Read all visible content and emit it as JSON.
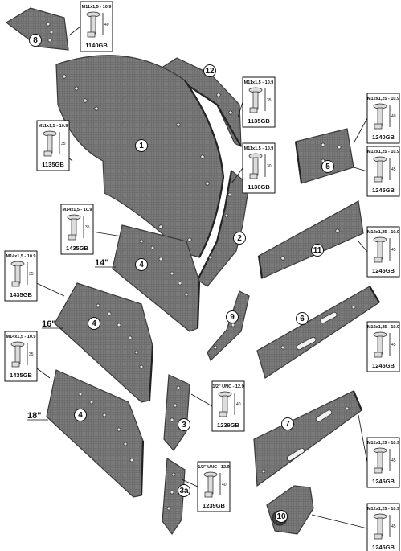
{
  "parts": [
    {
      "id": "p8",
      "number": "8"
    },
    {
      "id": "p12",
      "number": "12"
    },
    {
      "id": "p1",
      "number": "1"
    },
    {
      "id": "p5",
      "number": "5"
    },
    {
      "id": "p2",
      "number": "2"
    },
    {
      "id": "p11",
      "number": "11"
    },
    {
      "id": "p4a",
      "number": "4"
    },
    {
      "id": "p4b",
      "number": "4"
    },
    {
      "id": "p4c",
      "number": "4"
    },
    {
      "id": "p9",
      "number": "9"
    },
    {
      "id": "p6",
      "number": "6"
    },
    {
      "id": "p3",
      "number": "3"
    },
    {
      "id": "p7",
      "number": "7"
    },
    {
      "id": "p3a",
      "number": "3a"
    },
    {
      "id": "p10",
      "number": "10"
    }
  ],
  "size_labels": [
    "14\"",
    "16\"",
    "18\""
  ],
  "bolt_boxes": [
    {
      "spec": "M11x1,5 - 10.9",
      "code": "1140GB",
      "dims": [
        "40"
      ]
    },
    {
      "spec": "M11x1,5 - 10.9",
      "code": "1135GB",
      "dims": [
        "35"
      ]
    },
    {
      "spec": "M11x1,5 - 10.9",
      "code": "1135GB",
      "dims": [
        "35"
      ]
    },
    {
      "spec": "M12x1,25 - 10.9",
      "code": "1240GB",
      "dims": [
        "40"
      ]
    },
    {
      "spec": "M11x1,5 - 10.9",
      "code": "1130GB",
      "dims": [
        "30"
      ]
    },
    {
      "spec": "M12x1,25 - 10.9",
      "code": "1245GB",
      "dims": [
        "45"
      ]
    },
    {
      "spec": "M14x1,5 - 10.9",
      "code": "1435GB",
      "dims": [
        "35"
      ]
    },
    {
      "spec": "M12x1,25 - 10.9",
      "code": "1245GB",
      "dims": [
        "45"
      ]
    },
    {
      "spec": "M14x1,5 - 10.9",
      "code": "1435GB",
      "dims": [
        "35"
      ]
    },
    {
      "spec": "M14x1,5 - 10.9",
      "code": "1435GB",
      "dims": [
        "35"
      ]
    },
    {
      "spec": "M12x1,25 - 10.9",
      "code": "1245GB",
      "dims": [
        "45"
      ]
    },
    {
      "spec": "1/2\" UNC - 12.9",
      "code": "1239GB",
      "dims": [
        "40"
      ]
    },
    {
      "spec": "M12x1,25 - 10.9",
      "code": "1245GB",
      "dims": [
        "45"
      ]
    },
    {
      "spec": "1/2\" UNC - 12.9",
      "code": "1239GB",
      "dims": [
        "40"
      ]
    },
    {
      "spec": "M12x1,25 - 10.9",
      "code": "1245GB",
      "dims": [
        "45"
      ]
    }
  ]
}
